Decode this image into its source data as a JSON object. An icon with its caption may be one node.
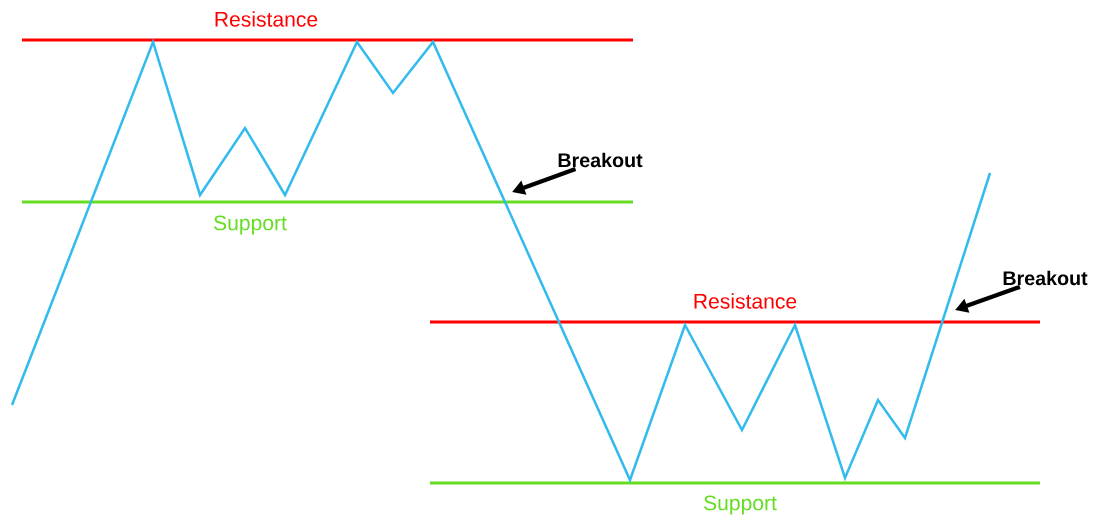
{
  "diagram": {
    "nodes": [
      {
        "text": [
          "Breakout"
        ]
      },
      {
        "text": [
          "Breakout"
        ]
      }
    ],
    "edges": [
      {
        "from": 0,
        "to": null,
        "arrow": "to"
      },
      {
        "from": 1,
        "to": null,
        "arrow": "to"
      }
    ],
    "labels": [
      "Resistance",
      "Support",
      "Resistance",
      "Support"
    ]
  }
}
